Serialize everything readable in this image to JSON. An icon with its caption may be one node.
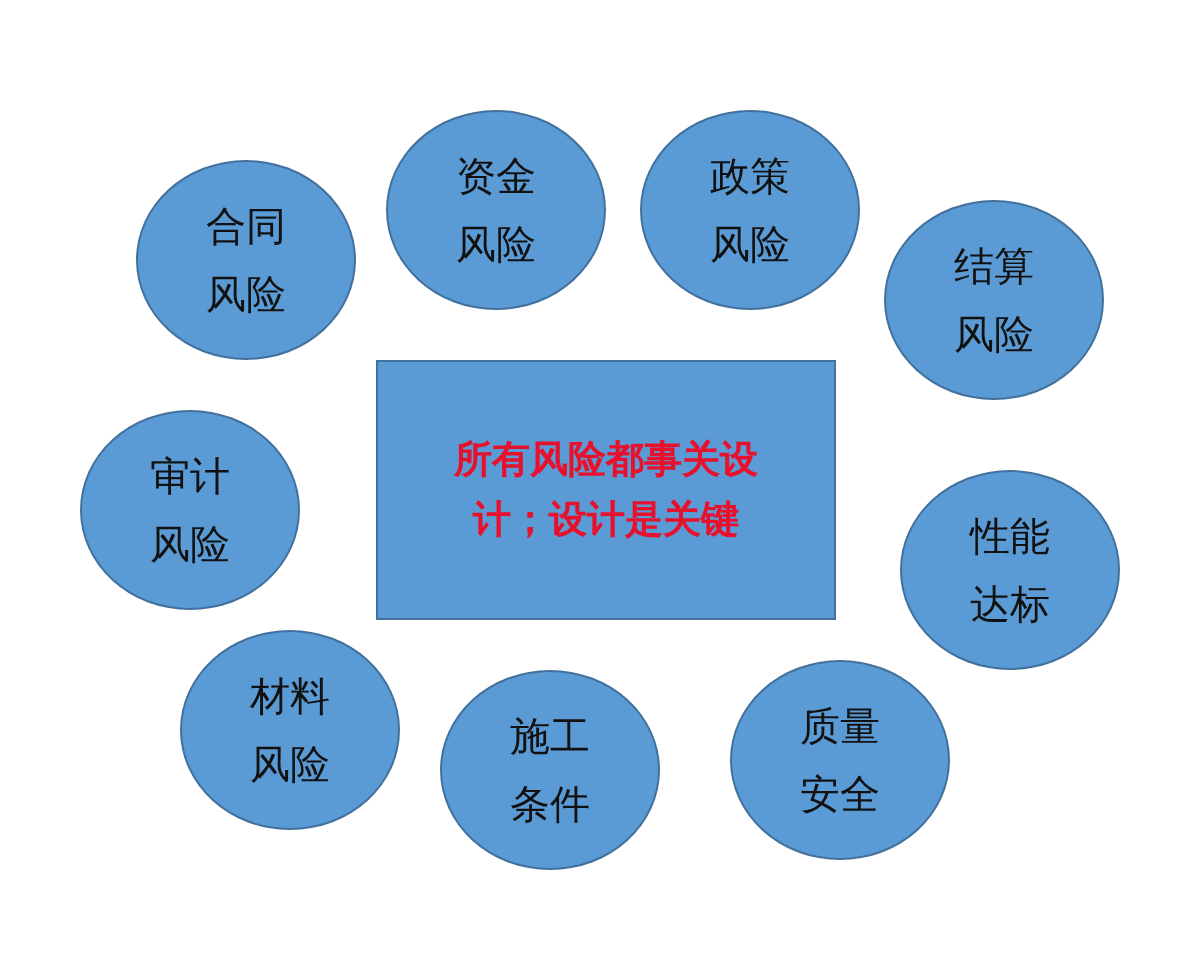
{
  "diagram": {
    "nodes": [
      {
        "text": [
          "合同风险"
        ]
      },
      {
        "text": [
          "资金风险"
        ]
      },
      {
        "text": [
          "政策风险"
        ]
      },
      {
        "text": [
          "结算风险"
        ]
      },
      {
        "text": [
          "所有风险都事关设计；设计是关键"
        ]
      },
      {
        "text": [
          "审计风险"
        ]
      },
      {
        "text": [
          "性能达标"
        ]
      },
      {
        "text": [
          "材料风险"
        ]
      },
      {
        "text": [
          "施工条件"
        ]
      },
      {
        "text": [
          "质量安全"
        ]
      }
    ]
  }
}
